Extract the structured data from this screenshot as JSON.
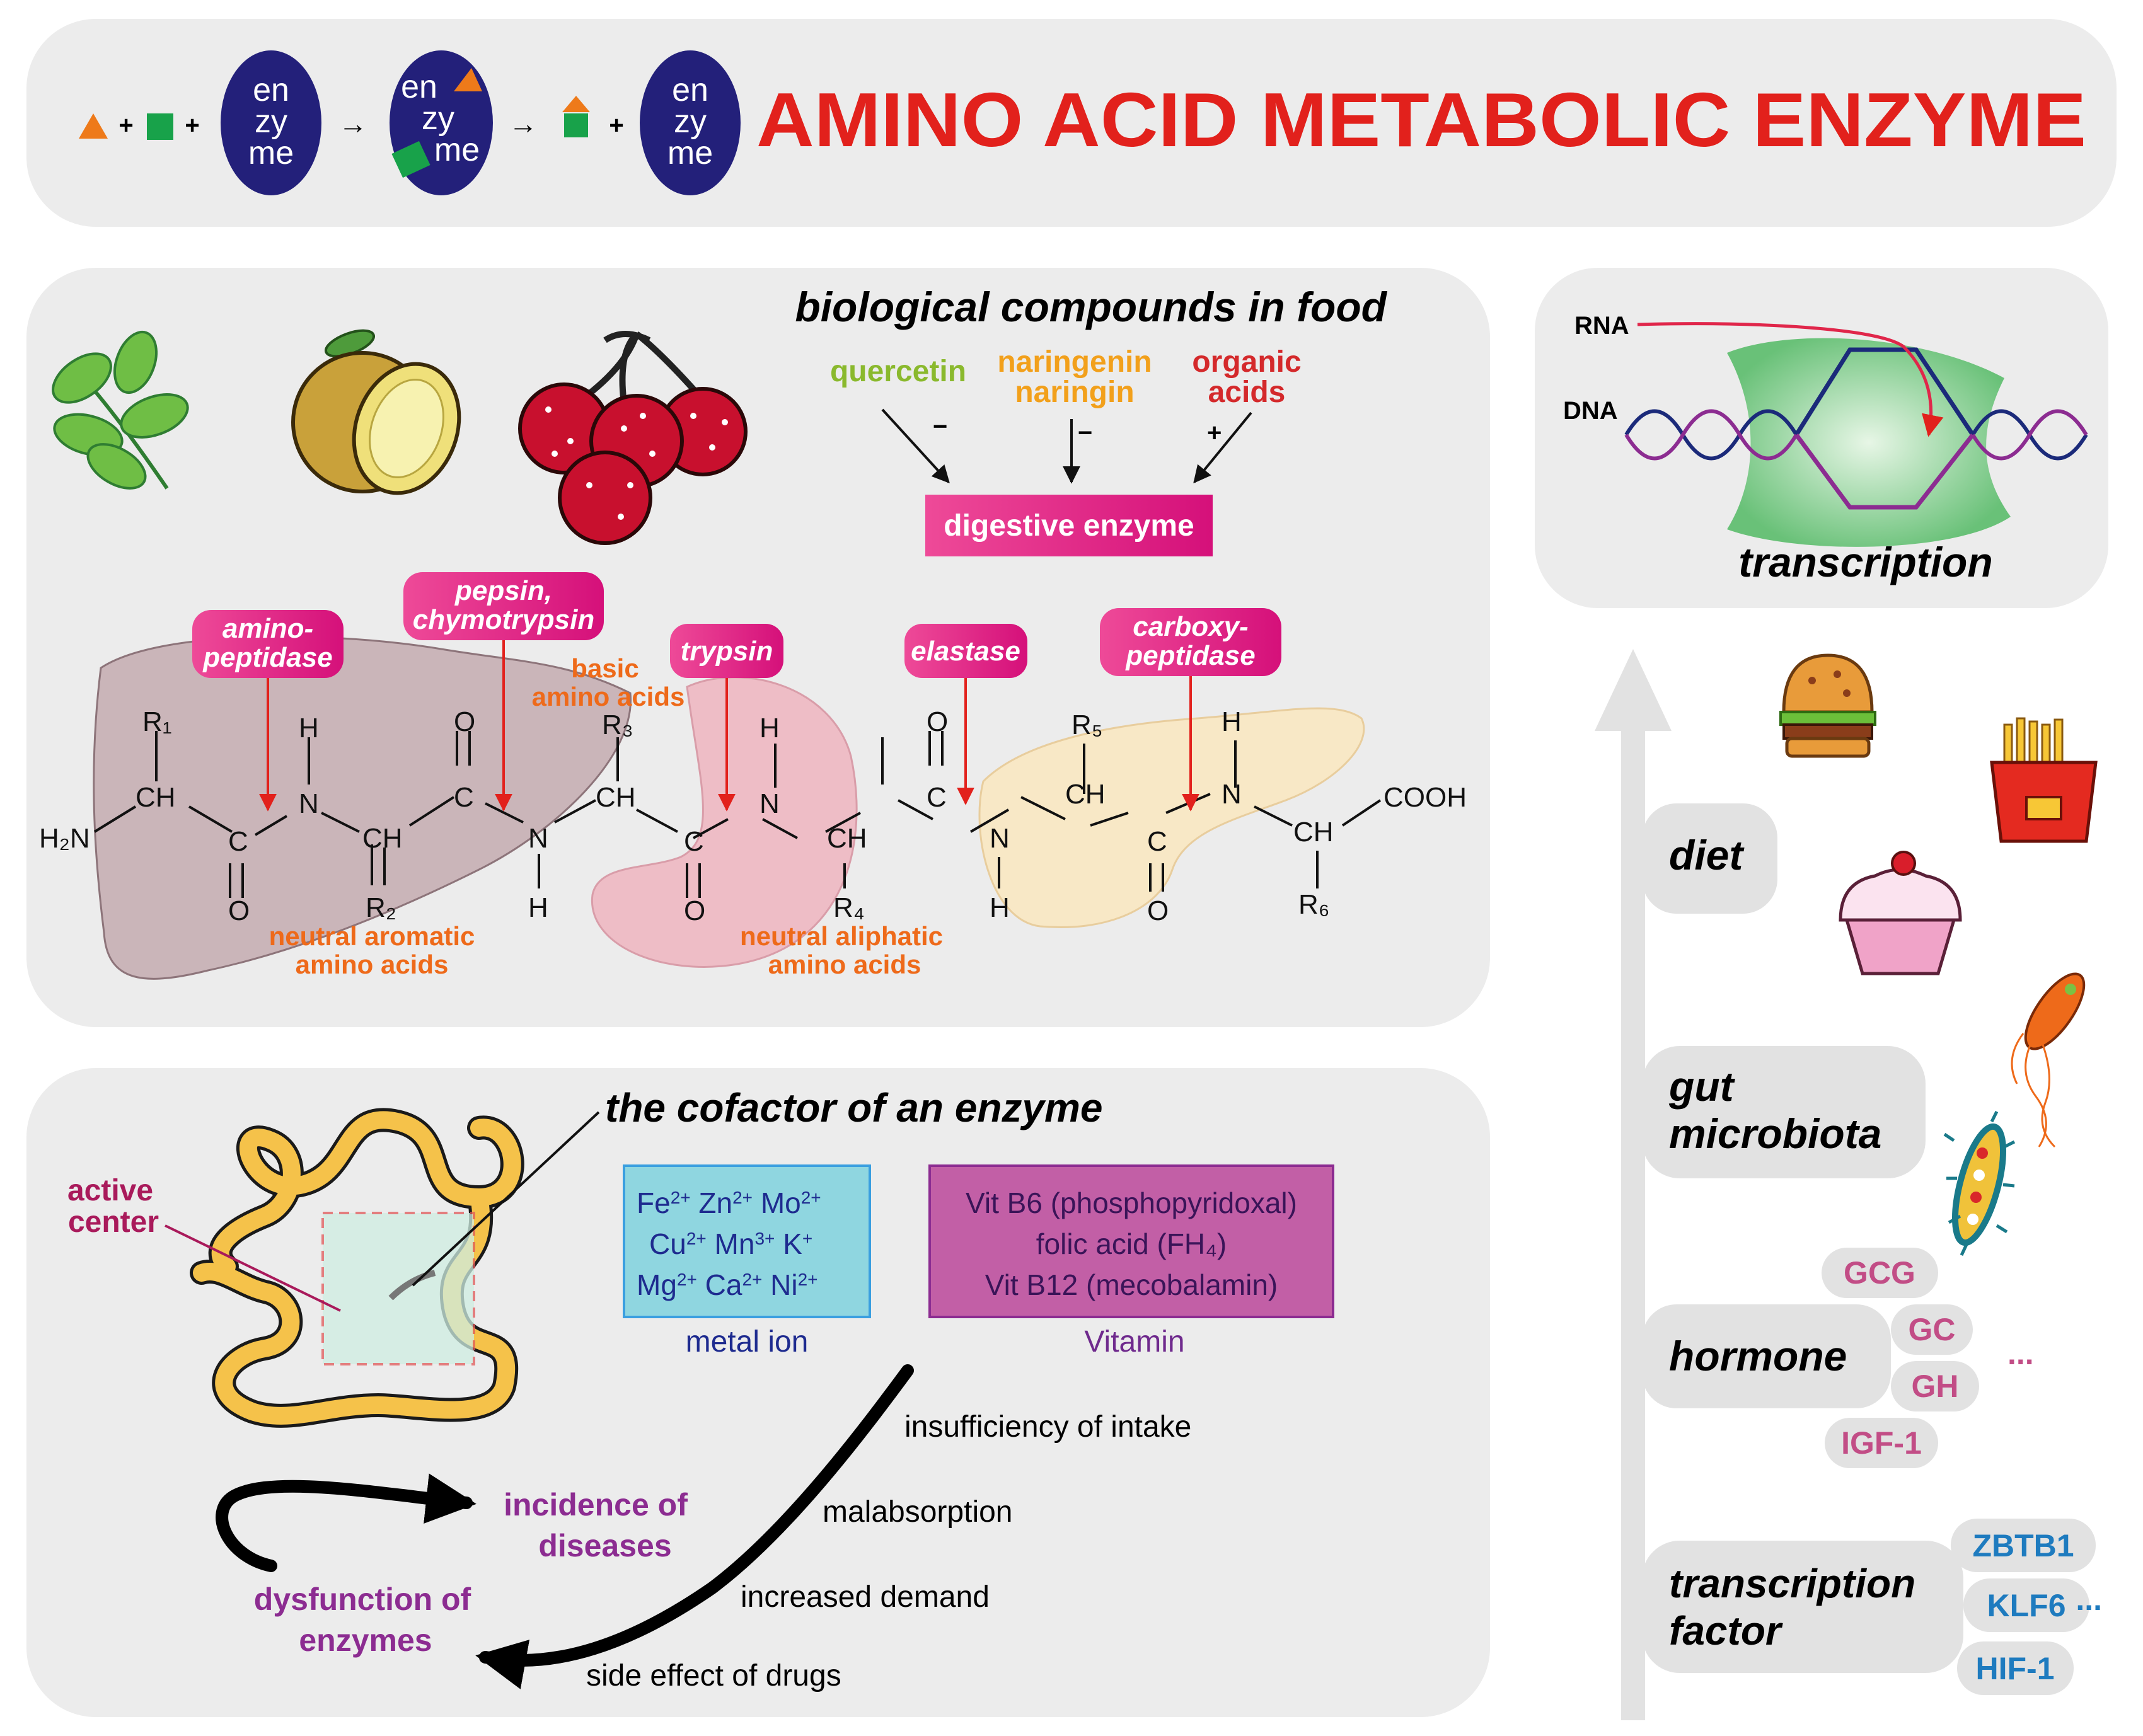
{
  "header": {
    "enzyme_text": [
      "en",
      "zy",
      "me"
    ],
    "plus": "+",
    "arrow": "→",
    "title": "AMINO ACID METABOLIC ENZYME"
  },
  "food_panel": {
    "title": "biological compounds in food",
    "compounds": {
      "quercetin": "quercetin",
      "naringenin": "naringenin",
      "naringin": "naringin",
      "organic_line1": "organic",
      "organic_line2": "acids",
      "minus": "−",
      "plus": "+"
    },
    "digestive_enzyme": "digestive enzyme",
    "enzymes": {
      "aminopeptidase": [
        "amino-",
        "peptidase"
      ],
      "pepsin": [
        "pepsin,",
        "chymotrypsin"
      ],
      "trypsin": "trypsin",
      "elastase": "elastase",
      "carboxypeptidase": [
        "carboxy-",
        "peptidase"
      ]
    },
    "amino_labels": {
      "basic": [
        "basic",
        "amino acids"
      ],
      "neutral_aromatic": [
        "neutral aromatic",
        "amino acids"
      ],
      "neutral_aliphatic": [
        "neutral aliphatic",
        "amino acids"
      ]
    },
    "chain": {
      "h2n": "H₂N",
      "ch": "CH",
      "c": "C",
      "n": "N",
      "h": "H",
      "o": "O",
      "cooh": "COOH",
      "r1": "R₁",
      "r2": "R₂",
      "r3": "R₃",
      "r4": "R₄",
      "r5": "R₅",
      "r6": "R₆"
    }
  },
  "cofactor_panel": {
    "title": "the cofactor of an enzyme",
    "active_center": [
      "active",
      "center"
    ],
    "metal_ion": {
      "label": "metal ion",
      "row1": [
        "Fe",
        "2+",
        "Zn",
        "2+",
        "Mo",
        "2+"
      ],
      "row2": [
        "Cu",
        "2+",
        "Mn",
        "3+",
        "K",
        "+"
      ],
      "row3": [
        "Mg",
        "2+",
        "Ca",
        "2+",
        "Ni",
        "2+"
      ]
    },
    "vitamin": {
      "label": "Vitamin",
      "line1": "Vit B6 (phosphopyridoxal)",
      "line2": "folic acid (FH₄)",
      "line3": "Vit B12 (mecobalamin)"
    },
    "causes": [
      "insufficiency of intake",
      "malabsorption",
      "increased demand",
      "side effect of drugs"
    ],
    "dysfunction": [
      "dysfunction of",
      "enzymes"
    ],
    "incidence": [
      "incidence of",
      "diseases"
    ]
  },
  "transcription_panel": {
    "rna": "RNA",
    "dna": "DNA",
    "title": "transcription"
  },
  "regulators": {
    "diet": "diet",
    "gut": [
      "gut",
      "microbiota"
    ],
    "hormone": {
      "label": "hormone",
      "items": [
        "GCG",
        "GC",
        "GH",
        "IGF-1"
      ],
      "ellipsis": "..."
    },
    "tf": {
      "label": [
        "transcription",
        "factor"
      ],
      "items": [
        "ZBTB1",
        "KLF6",
        "HIF-1"
      ],
      "ellipsis": "..."
    }
  },
  "colors": {
    "title_red": "#e2211c",
    "enzyme_blue": "#23207a",
    "magenta": "#e0147e",
    "orange_label": "#ee6a1a",
    "panel_gray": "#ececec",
    "metal_box": "#8fd6e0",
    "vitamin_box": "#c25fa6",
    "purple_text": "#8c2c91",
    "hormone_pink": "#c24d86",
    "tf_blue": "#1e7bbf"
  }
}
